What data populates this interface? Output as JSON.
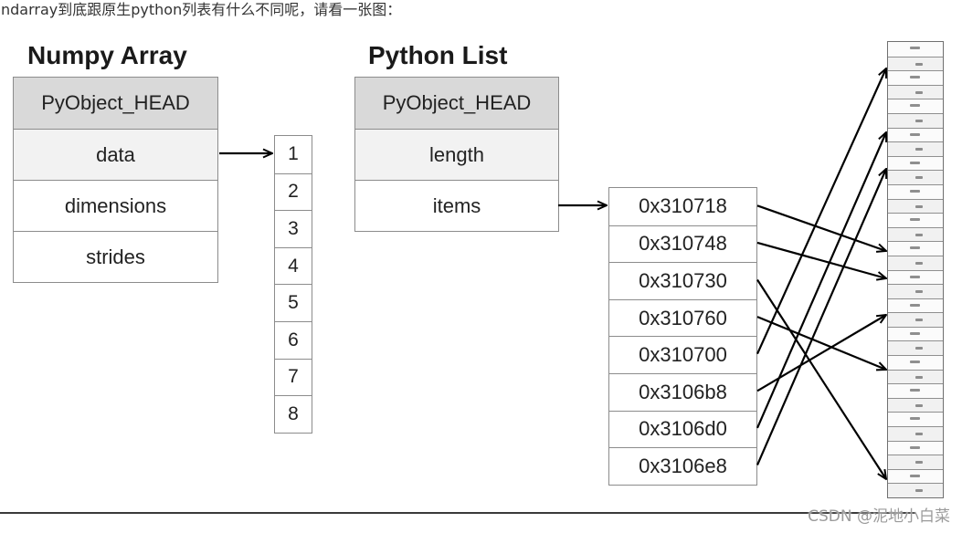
{
  "intro_text": "ndarray到底跟原生python列表有什么不同呢，请看一张图：",
  "numpy_array": {
    "title": "Numpy Array",
    "fields": [
      "PyObject_HEAD",
      "data",
      "dimensions",
      "strides"
    ],
    "values": [
      "1",
      "2",
      "3",
      "4",
      "5",
      "6",
      "7",
      "8"
    ]
  },
  "python_list": {
    "title": "Python List",
    "fields": [
      "PyObject_HEAD",
      "length",
      "items"
    ],
    "item_addresses": [
      "0x310718",
      "0x310748",
      "0x310730",
      "0x310760",
      "0x310700",
      "0x3106b8",
      "0x3106d0",
      "0x3106e8"
    ]
  },
  "watermark": "CSDN @泥地小白菜",
  "colors": {
    "header_fill": "#d9d9d9",
    "pointer_row_fill": "#f2f2f2",
    "cell_border": "#8c8c8c",
    "arrow": "#000000"
  }
}
